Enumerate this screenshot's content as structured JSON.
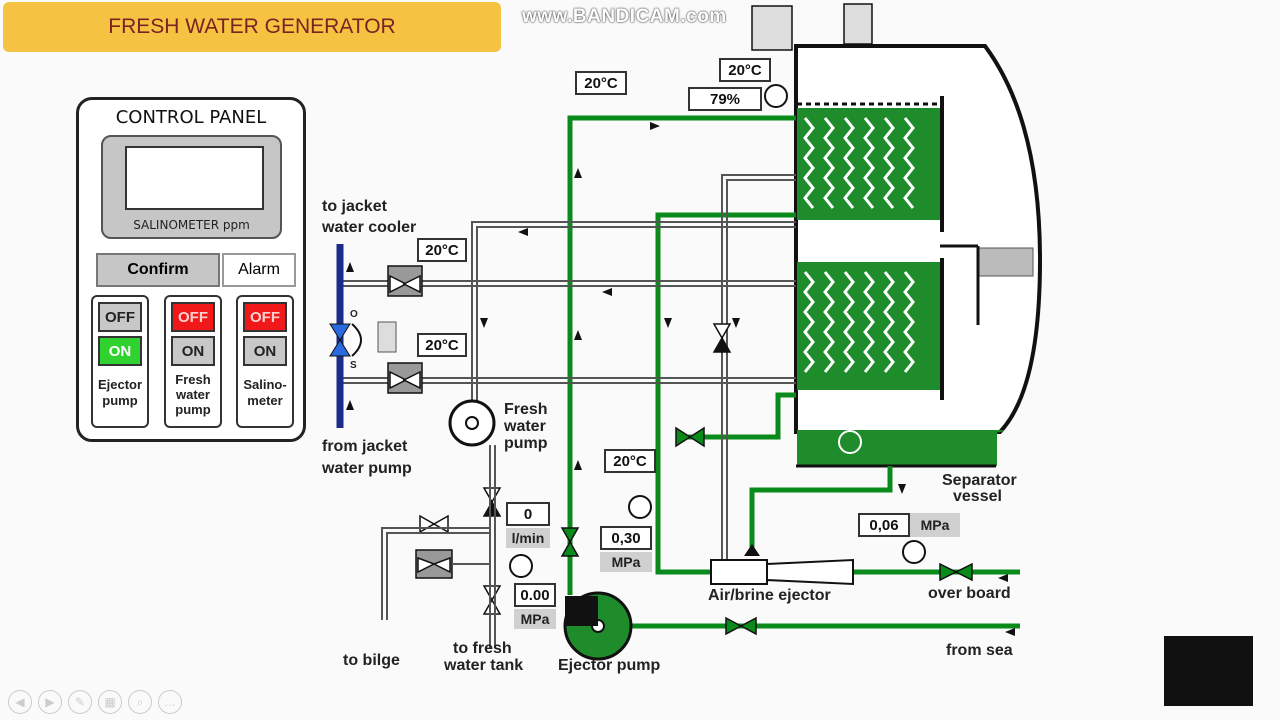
{
  "title": "FRESH WATER GENERATOR",
  "watermark": "www.BANDICAM.com",
  "control_panel": {
    "title": "CONTROL PANEL",
    "salinometer_label": "SALINOMETER ppm",
    "confirm_label": "Confirm",
    "alarm_label": "Alarm",
    "switches": [
      {
        "off": "OFF",
        "on": "ON",
        "label_line1": "Ejector",
        "label_line2": "pump",
        "label_line3": "",
        "state": "on"
      },
      {
        "off": "OFF",
        "on": "ON",
        "label_line1": "Fresh",
        "label_line2": "water",
        "label_line3": "pump",
        "state": "off"
      },
      {
        "off": "OFF",
        "on": "ON",
        "label_line1": "Salino-",
        "label_line2": "meter",
        "label_line3": "",
        "state": "off"
      }
    ]
  },
  "readings": {
    "temp_top_left": "20°C",
    "temp_top_right": "20°C",
    "vacuum_pct": "79%",
    "temp_cooler_in": "20°C",
    "temp_cooler_out": "20°C",
    "temp_ejector_line": "20°C",
    "fw_flow": "0",
    "fw_flow_unit": "l/min",
    "fw_pressure": "0.00",
    "fw_pressure_unit": "MPa",
    "ejector_pressure": "0,30",
    "ejector_pressure_unit": "MPa",
    "overboard_pressure": "0,06",
    "overboard_pressure_unit": "MPa"
  },
  "labels": {
    "to_jacket_1": "to jacket",
    "to_jacket_2": "water cooler",
    "from_jacket_1": "from jacket",
    "from_jacket_2": "water pump",
    "fw_pump_1": "Fresh",
    "fw_pump_2": "water",
    "fw_pump_3": "pump",
    "separator_1": "Separator",
    "separator_2": "vessel",
    "air_brine": "Air/brine ejector",
    "over_board": "over board",
    "from_sea": "from sea",
    "to_bilge": "to bilge",
    "to_fw_1": "to fresh",
    "to_fw_2": "water tank",
    "ejector_pump": "Ejector pump",
    "thermo_o": "O",
    "thermo_s": "S"
  },
  "colors": {
    "title_bg": "#f5c242",
    "title_text": "#7a2323",
    "pipe_green": "#0a8a1a",
    "jacket_blue": "#1a2b8a",
    "switch_red": "#f01818",
    "switch_green": "#2fd22f"
  }
}
